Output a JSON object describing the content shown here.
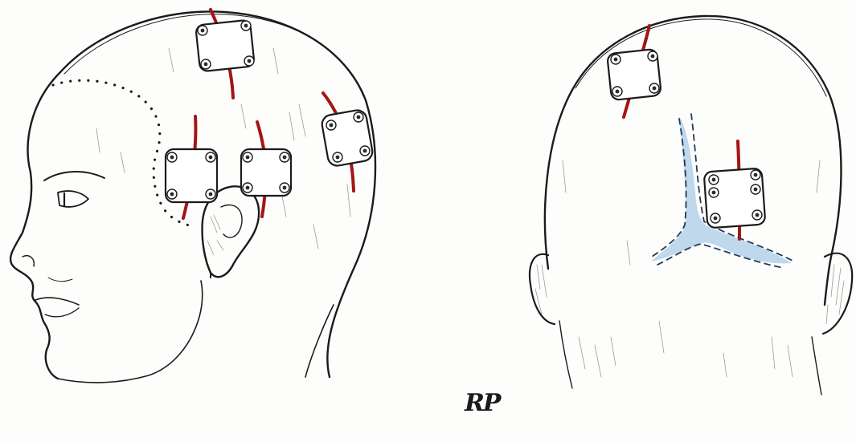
{
  "signature": "RP",
  "colors": {
    "incision": "#a31616",
    "sinus_shading": "#a9cbe6",
    "ink": "#1b1b1b"
  },
  "figures": {
    "left": "lateral-head-view",
    "right": "posterior-head-view"
  }
}
